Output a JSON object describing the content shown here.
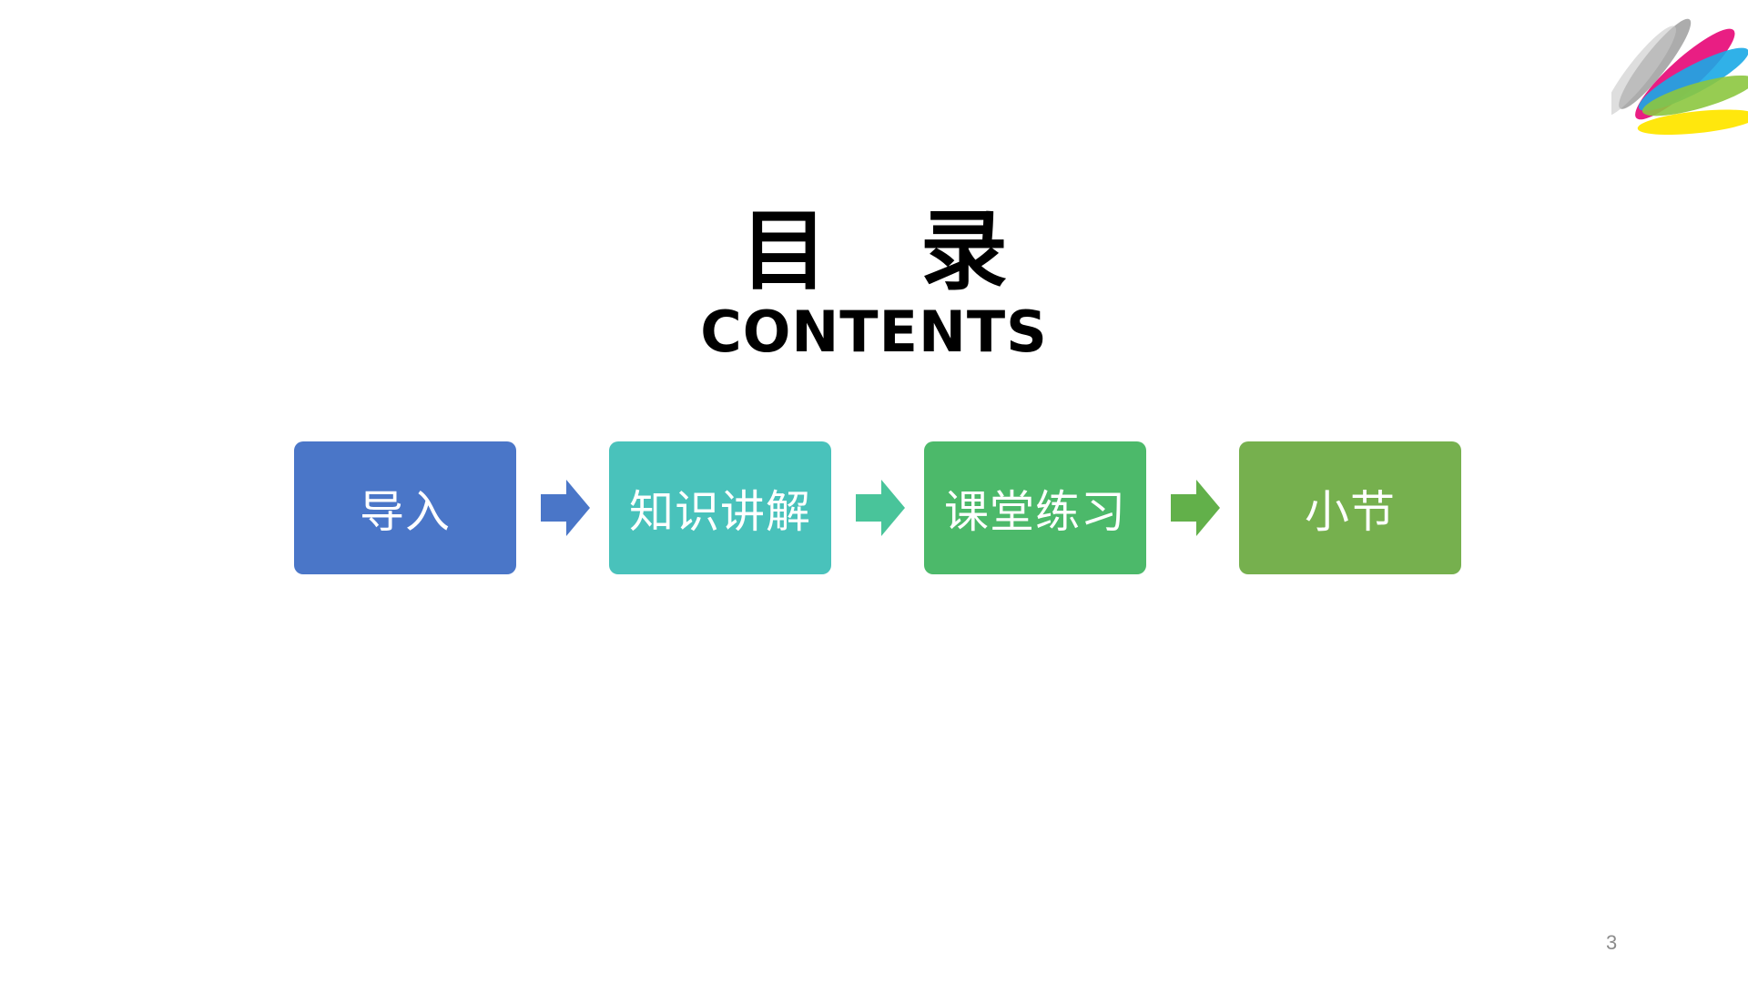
{
  "slide": {
    "title_zh": "目 录",
    "title_en": "CONTENTS",
    "page_number": "3"
  },
  "logo": {
    "icon": "color-stripes-logo",
    "colors": [
      "#a6a6a6",
      "#e8127c",
      "#19a9e6",
      "#8cc63f",
      "#ffe600"
    ]
  },
  "flow": {
    "steps": [
      {
        "label": "导入",
        "color": "#4a76c8"
      },
      {
        "label": "知识讲解",
        "color": "#49c2bb"
      },
      {
        "label": "课堂练习",
        "color": "#4cb96a"
      },
      {
        "label": "小节",
        "color": "#76b04e"
      }
    ],
    "arrows": [
      {
        "icon": "arrow-right-icon",
        "color": "#4a76c8"
      },
      {
        "icon": "arrow-right-icon",
        "color": "#49c49a"
      },
      {
        "icon": "arrow-right-icon",
        "color": "#62b04a"
      }
    ]
  }
}
